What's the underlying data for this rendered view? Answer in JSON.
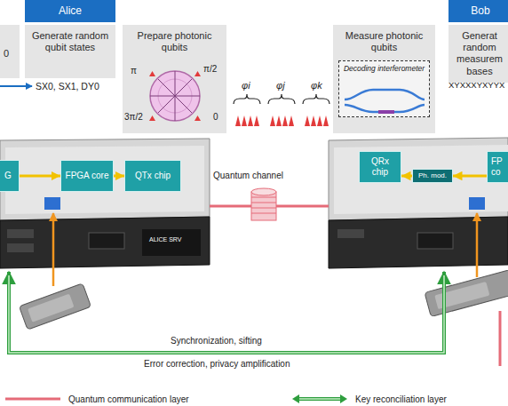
{
  "diagram": {
    "nodes": [
      {
        "text": [
          "Alice"
        ]
      },
      {
        "text": [
          "0"
        ]
      },
      {
        "text": [
          "Generate random qubit states"
        ]
      },
      {
        "text": [
          "Prepare photonic qubits"
        ]
      },
      {
        "text": [
          "Measure photonic qubits"
        ]
      },
      {
        "text": [
          "Decoding interferometer"
        ],
        "in": 4
      },
      {
        "text": [
          "Bob"
        ]
      },
      {
        "text": [
          "Generat random measurem bases"
        ]
      },
      {
        "text": [
          "G"
        ]
      },
      {
        "text": [
          "FPGA core"
        ]
      },
      {
        "text": [
          "QTx chip"
        ]
      },
      {
        "text": [
          "QRx chip"
        ]
      },
      {
        "text": [
          "Ph. mod."
        ]
      },
      {
        "text": [
          "FP co"
        ]
      }
    ],
    "edges": [
      {
        "from": 8,
        "to": 9,
        "arrow": "to"
      },
      {
        "from": 9,
        "to": 10,
        "arrow": "to"
      },
      {
        "from": 13,
        "to": 12,
        "arrow": "to"
      },
      {
        "from": 12,
        "to": 11,
        "arrow": "to"
      }
    ],
    "labels": [
      "SX0, SX1, DY0",
      "π",
      "π/2",
      "3π/2",
      "0",
      "φi",
      "φj",
      "φk",
      "XYXXXYXYYX",
      "ALICE SRV",
      "Quantum channel",
      "Synchronization, sifting",
      "Error correction, privacy amplification"
    ],
    "legend": [
      {
        "text": "Quantum communication layer"
      },
      {
        "text": "Key reconciliation layer"
      }
    ]
  }
}
